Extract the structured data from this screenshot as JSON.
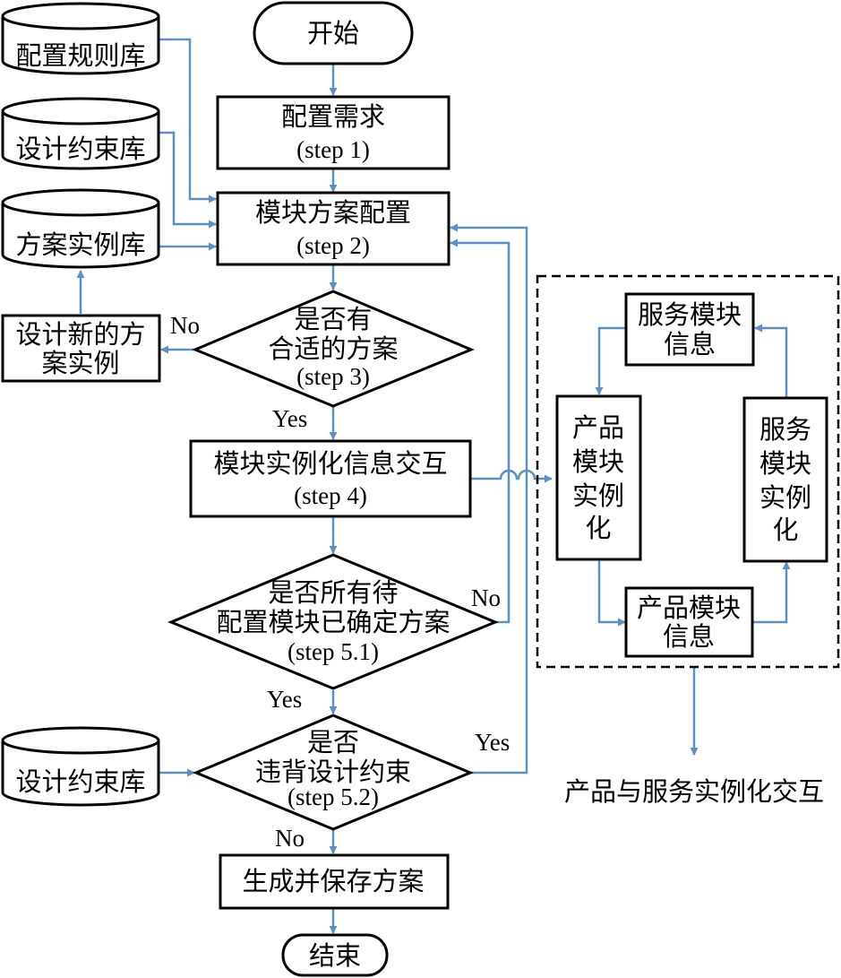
{
  "nodes": {
    "start": "开始",
    "config_req": [
      "配置需求",
      "(step 1)"
    ],
    "module_config": [
      "模块方案配置",
      "(step 2)"
    ],
    "decision_fit": [
      "是否有",
      "合适的方案",
      "(step 3)"
    ],
    "design_new": [
      "设计新的方",
      "案实例"
    ],
    "module_interact": [
      "模块实例化信息交互",
      "(step 4)"
    ],
    "decision_all": [
      "是否所有待",
      "配置模块已确定方案",
      "(step 5.1)"
    ],
    "decision_violate": [
      "是否",
      "违背设计约束",
      "(step 5.2)"
    ],
    "generate_save": "生成并保存方案",
    "end": "结束"
  },
  "databases": {
    "rules": "配置规则库",
    "constraints_top": "设计约束库",
    "instances": "方案实例库",
    "constraints_bottom": "设计约束库"
  },
  "interaction": {
    "service_info": [
      "服务模块",
      "信息"
    ],
    "product_inst": [
      "产品",
      "模块",
      "实例",
      "化"
    ],
    "service_inst": [
      "服务",
      "模块",
      "实例",
      "化"
    ],
    "product_info": [
      "产品模块",
      "信息"
    ],
    "caption": "产品与服务实例化交互"
  },
  "edge_labels": {
    "no_step3": "No",
    "yes_step3": "Yes",
    "no_step51": "No",
    "yes_step51": "Yes",
    "yes_step52": "Yes",
    "no_step52": "No"
  },
  "colors": {
    "arrow": "#5b8fc6",
    "stroke": "#000000"
  }
}
